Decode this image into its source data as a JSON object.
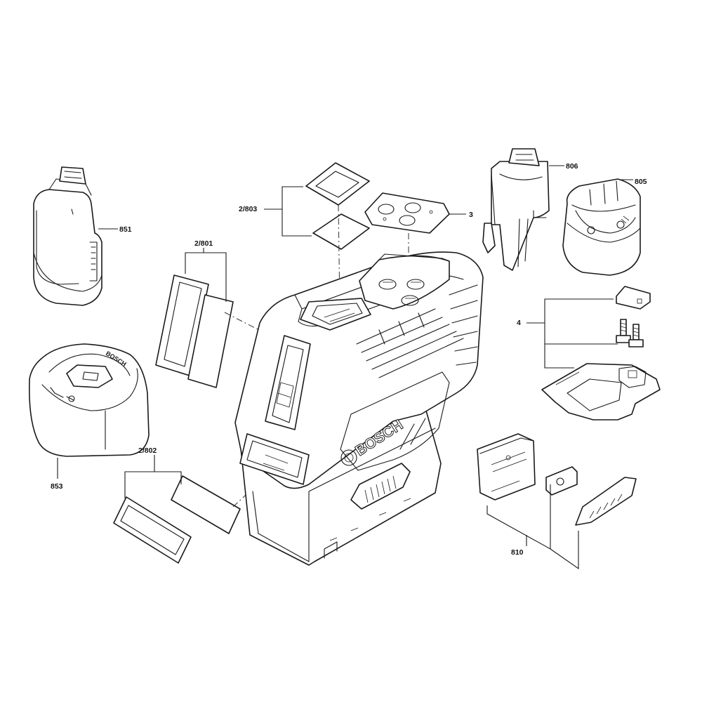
{
  "labels": {
    "p851": "851",
    "p853": "853",
    "p2_801": "2/801",
    "p2_802": "2/802",
    "p2_803": "2/803",
    "p3": "3",
    "p806": "806",
    "p805": "805",
    "p4": "4",
    "p810": "810"
  },
  "branding": {
    "main_logo": "BOSCH",
    "charger_logo": "BOSCH"
  },
  "colors": {
    "line": "#1a1a1a",
    "background": "#ffffff"
  }
}
